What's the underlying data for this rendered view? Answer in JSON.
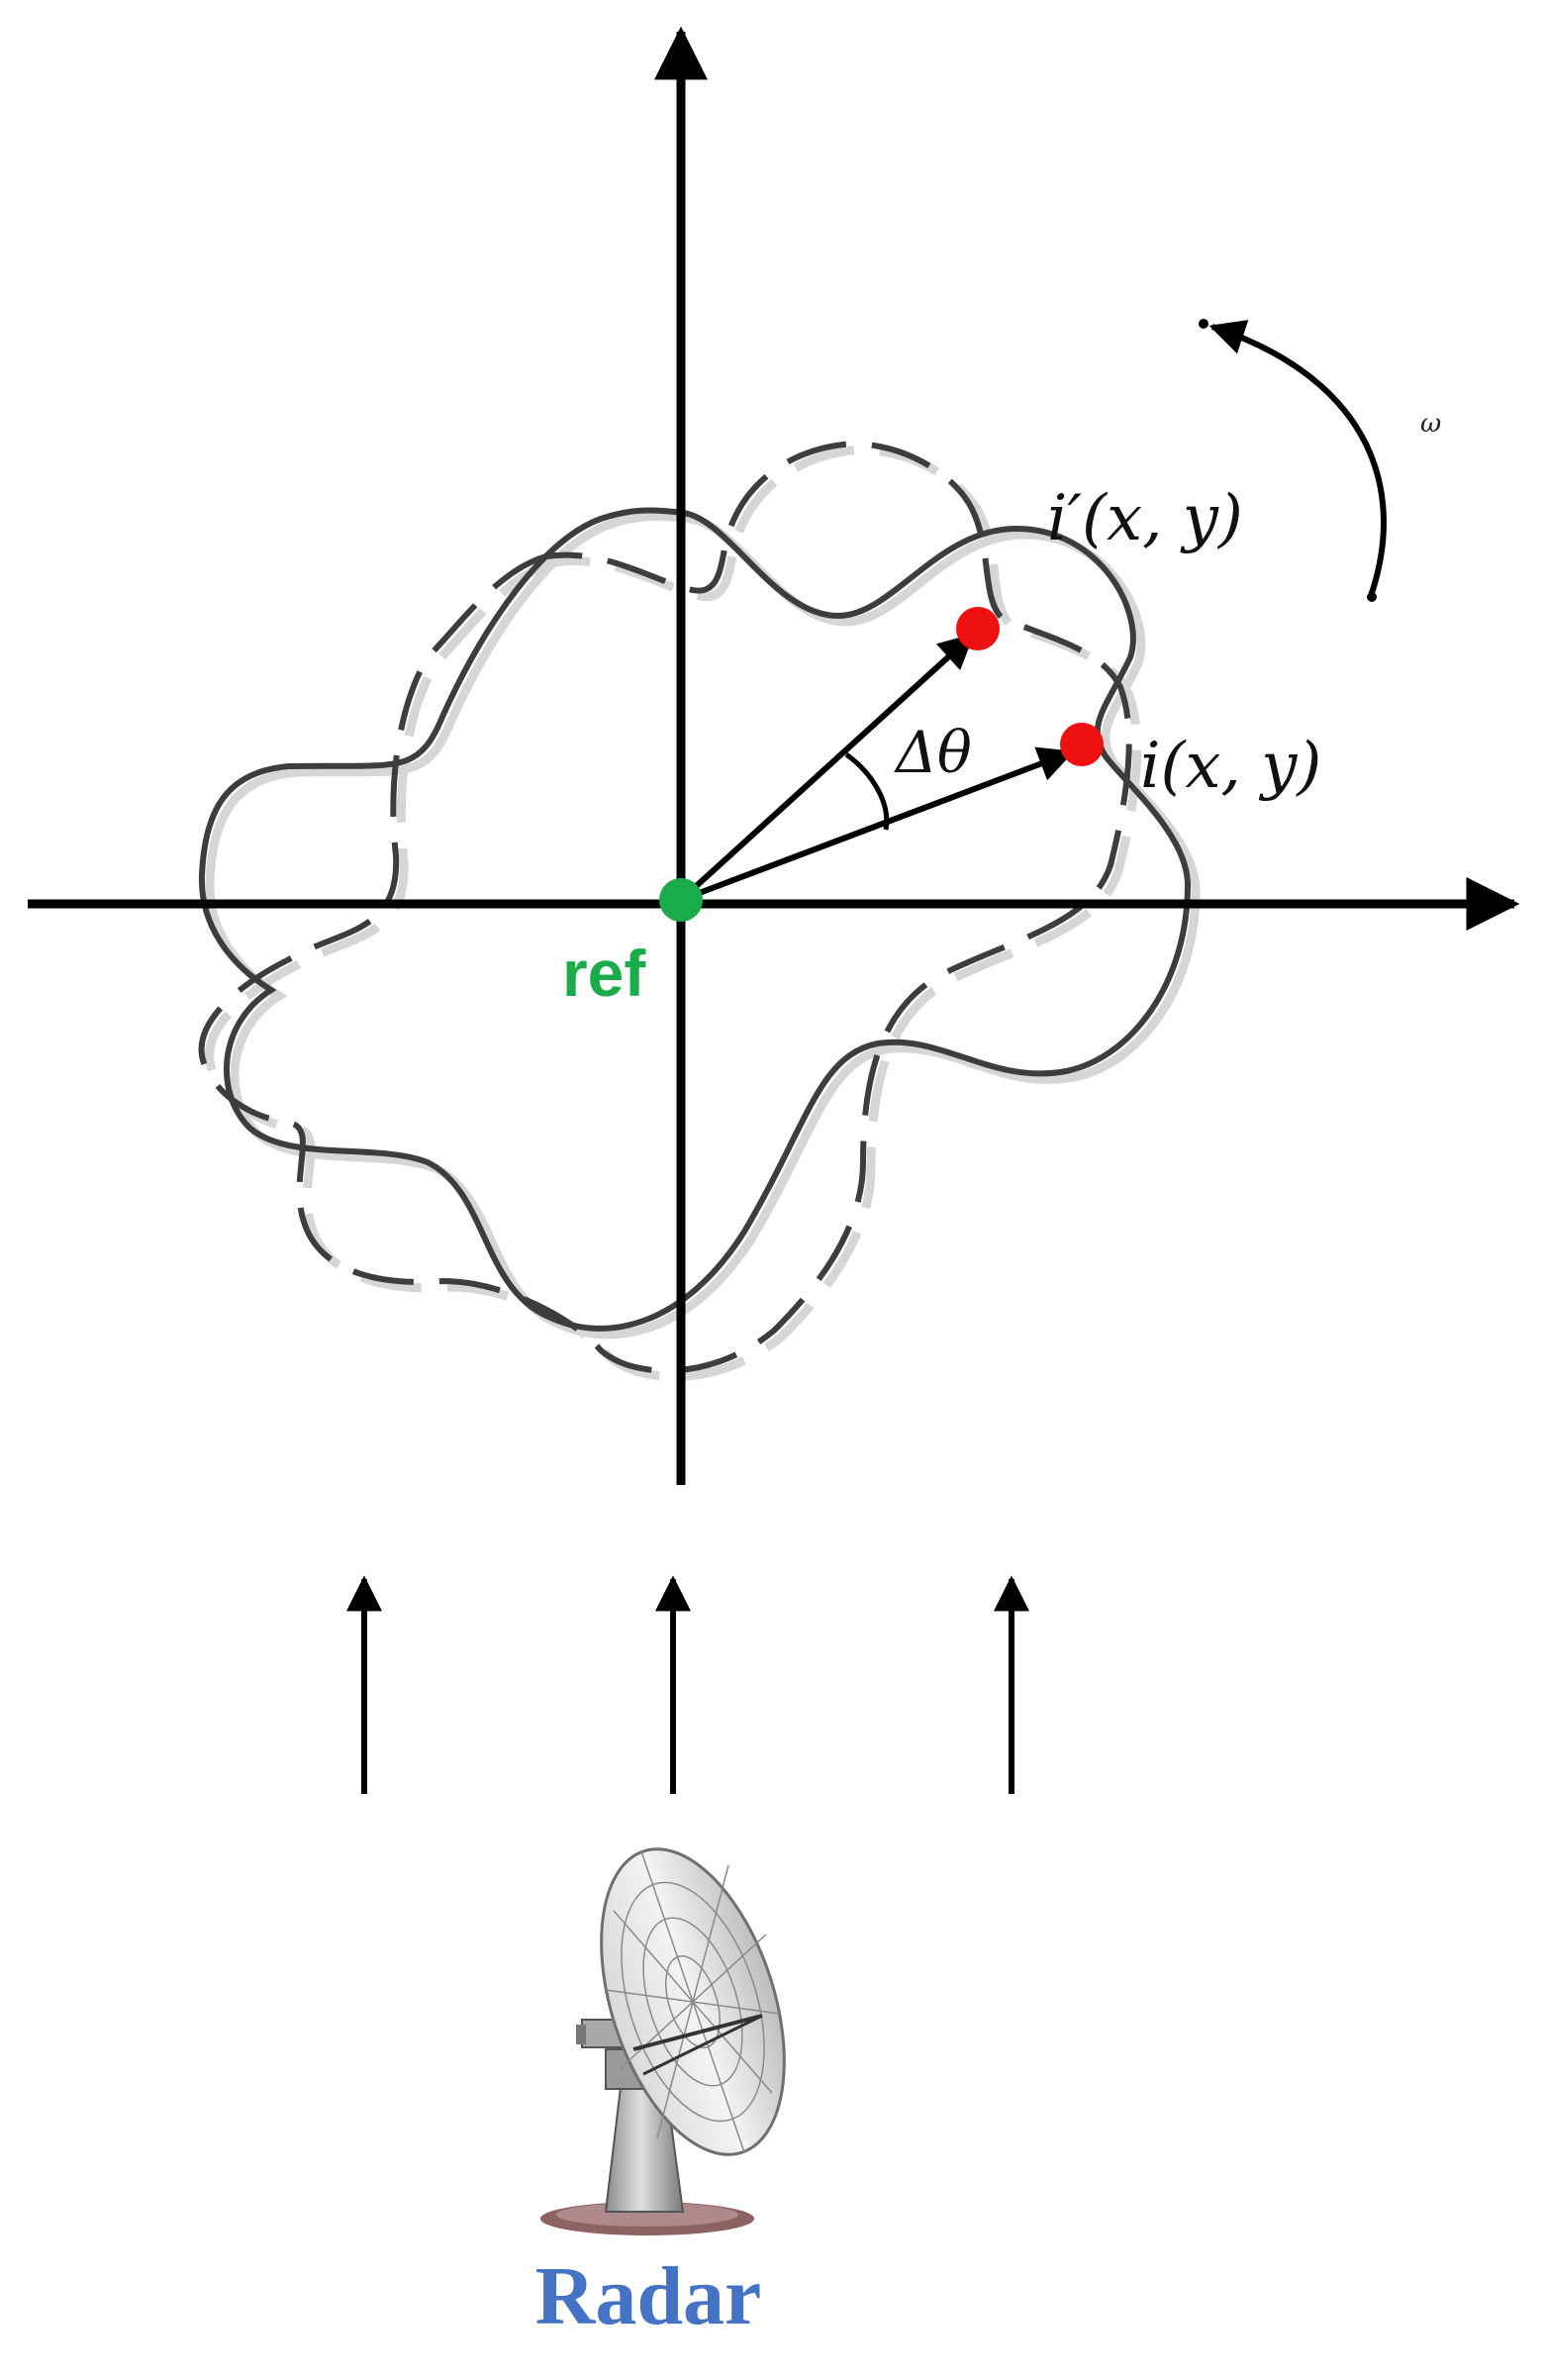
{
  "labels": {
    "ref": "ref",
    "i_prime": "i′(x, y)",
    "i": "i(x, y)",
    "delta_theta": "Δθ",
    "omega": "ω",
    "radar": "Radar"
  },
  "colors": {
    "axis": "#000000",
    "contour": "#3d3d3d",
    "contour_shadow": "#d6d6d6",
    "ref_point": "#1aab4a",
    "scatter_point": "#ee1111",
    "ref_text": "#1aab4a",
    "radar_text": "#4472c4"
  },
  "icons": {
    "radar": "radar-dish-icon"
  }
}
